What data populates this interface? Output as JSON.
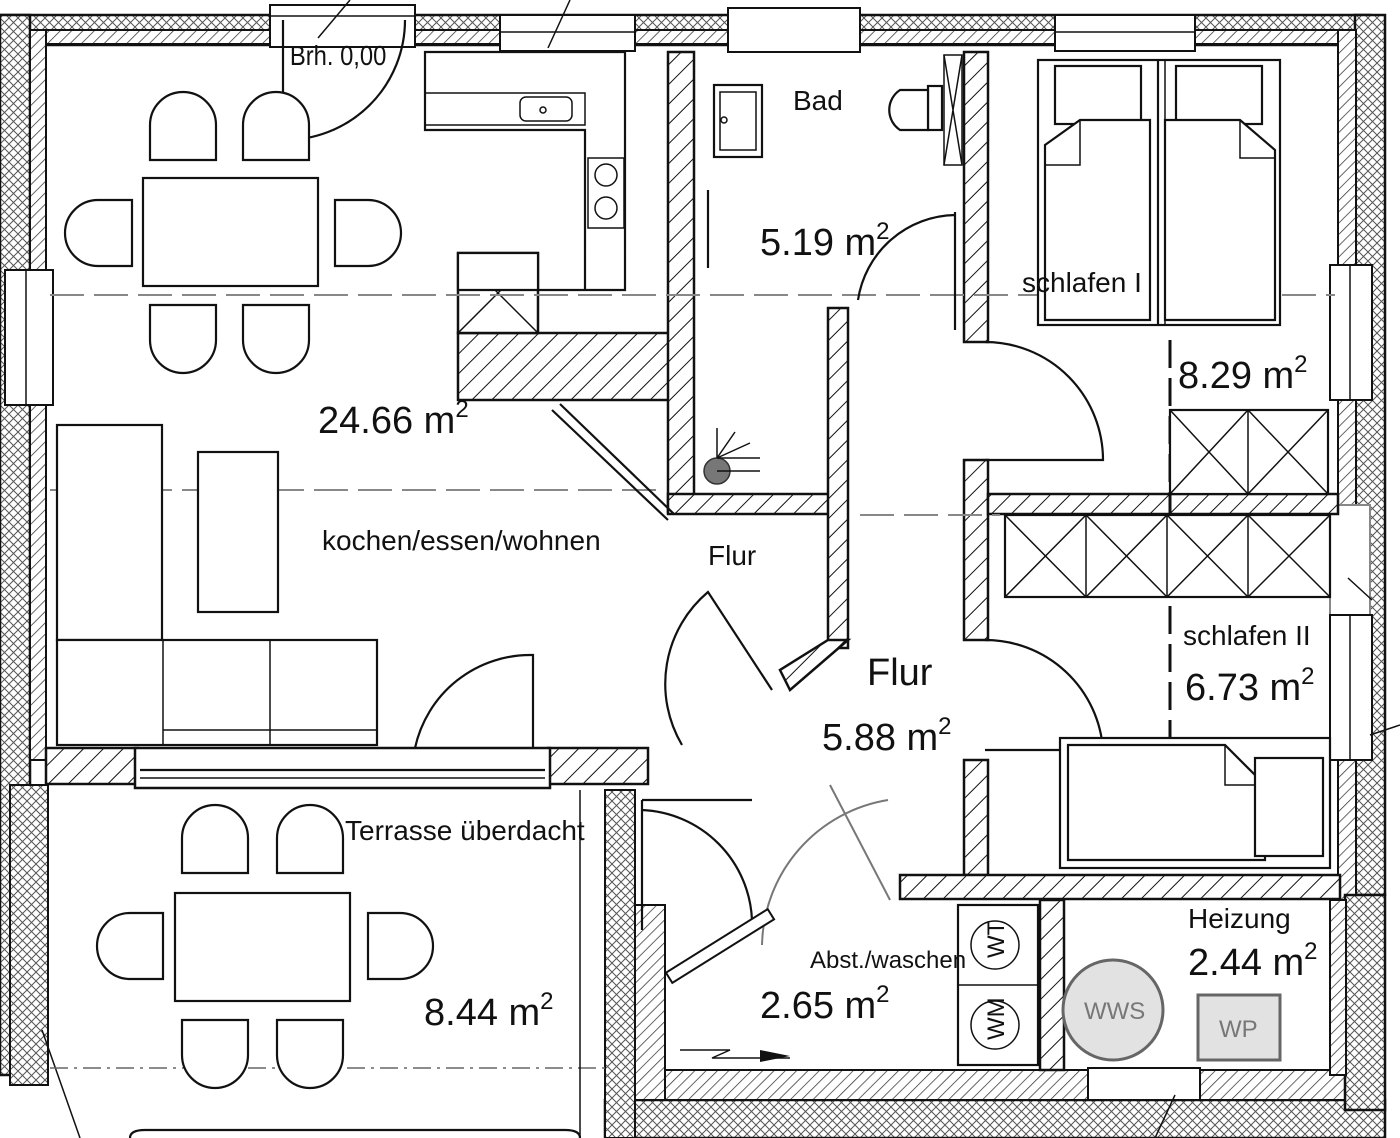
{
  "rooms": {
    "wohnen": {
      "name": "kochen/essen/wohnen",
      "area": "24.66 m",
      "exp": "2"
    },
    "bad": {
      "name": "Bad",
      "area": "5.19 m",
      "exp": "2"
    },
    "schlafen1": {
      "name": "schlafen I",
      "area": "8.29 m",
      "exp": "2"
    },
    "schlafen2": {
      "name": "schlafen II",
      "area": "6.73 m",
      "exp": "2"
    },
    "flur": {
      "name": "Flur",
      "name_upper": "Flur",
      "area": "5.88 m",
      "exp": "2"
    },
    "terrasse": {
      "name": "Terrasse überdacht",
      "area": "8.44 m",
      "exp": "2"
    },
    "abst": {
      "name": "Abst./waschen",
      "area": "2.65 m",
      "exp": "2"
    },
    "heizung": {
      "name": "Heizung",
      "area": "2.44 m",
      "exp": "2"
    }
  },
  "annotations": {
    "sill_height": "Brh. 0,00",
    "wt": "WT",
    "wm": "WM",
    "wws": "WWS",
    "wp": "WP"
  }
}
